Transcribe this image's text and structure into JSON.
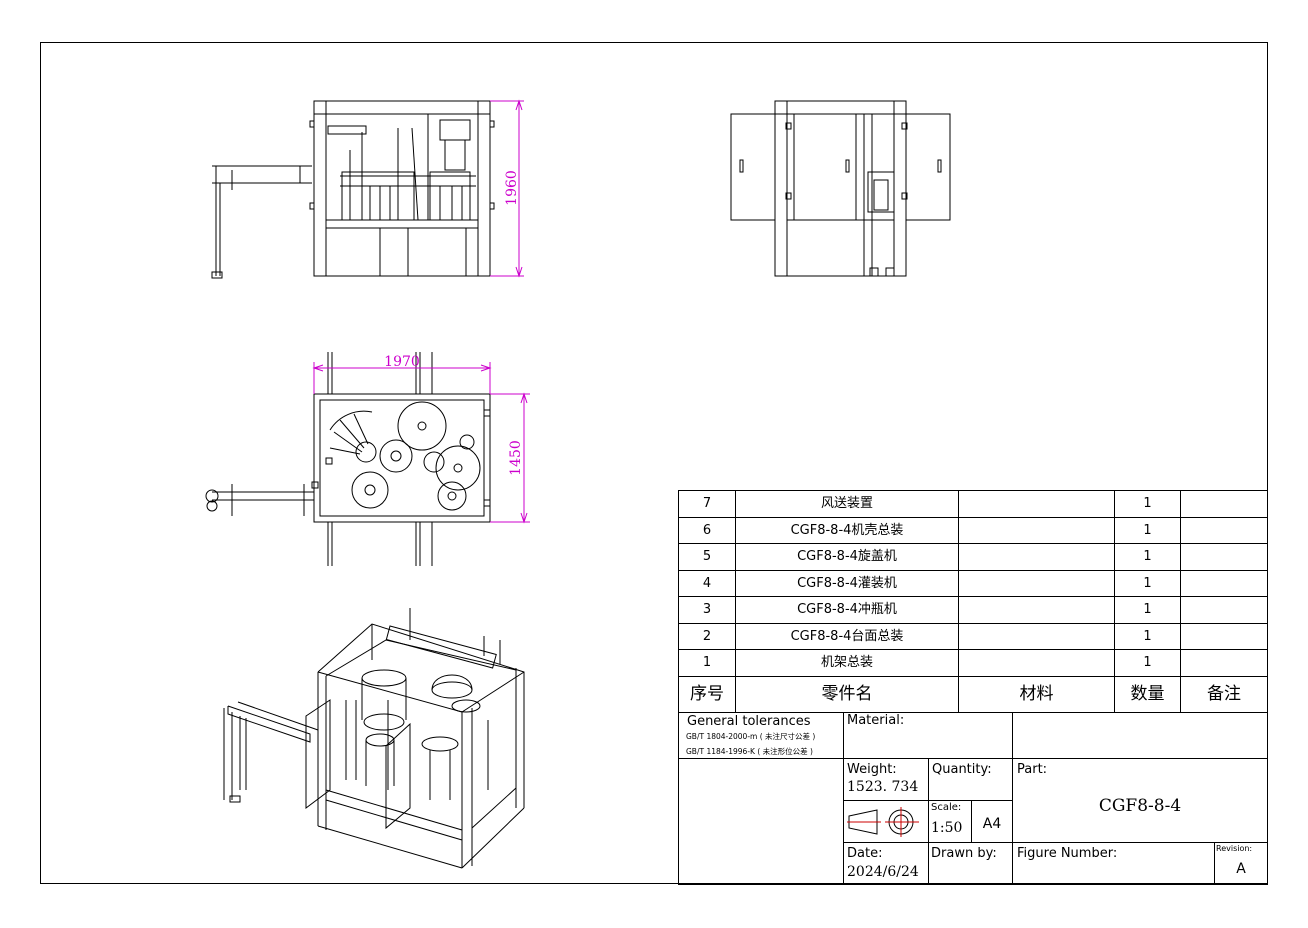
{
  "drawing": {
    "dimensions": {
      "height": "1960",
      "width": "1970",
      "depth": "1450"
    }
  },
  "bom": {
    "rows": [
      {
        "no": "7",
        "name": "风送装置",
        "material": "",
        "qty": "1",
        "note": ""
      },
      {
        "no": "6",
        "name": "CGF8-8-4机壳总装",
        "material": "",
        "qty": "1",
        "note": ""
      },
      {
        "no": "5",
        "name": "CGF8-8-4旋盖机",
        "material": "",
        "qty": "1",
        "note": ""
      },
      {
        "no": "4",
        "name": "CGF8-8-4灌装机",
        "material": "",
        "qty": "1",
        "note": ""
      },
      {
        "no": "3",
        "name": "CGF8-8-4冲瓶机",
        "material": "",
        "qty": "1",
        "note": ""
      },
      {
        "no": "2",
        "name": "CGF8-8-4台面总装",
        "material": "",
        "qty": "1",
        "note": ""
      },
      {
        "no": "1",
        "name": "机架总装",
        "material": "",
        "qty": "1",
        "note": ""
      }
    ],
    "headers": {
      "no": "序号",
      "name": "零件名",
      "material": "材料",
      "qty": "数量",
      "note": "备注"
    }
  },
  "title_block": {
    "general_tolerances": "General tolerances",
    "tol_line1": "GB/T 1804-2000-m ( 未注尺寸公差 )",
    "tol_line2": "GB/T 1184-1996-K ( 未注形位公差 )",
    "material_label": "Material:",
    "material_value": "",
    "weight_label": "Weight:",
    "weight_value": "1523. 734",
    "quantity_label": "Quantity:",
    "part_label": "Part:",
    "part_value": "CGF8-8-4",
    "scale_label": "Scale:",
    "scale_value": "1:50",
    "paper_size": "A4",
    "date_label": "Date:",
    "date_value": "2024/6/24",
    "drawn_by_label": "Drawn by:",
    "figure_number_label": "Figure Number:",
    "revision_label": "Revision:",
    "revision_value": "A"
  },
  "colors": {
    "dimension": "#cc00cc",
    "line": "#000000"
  }
}
